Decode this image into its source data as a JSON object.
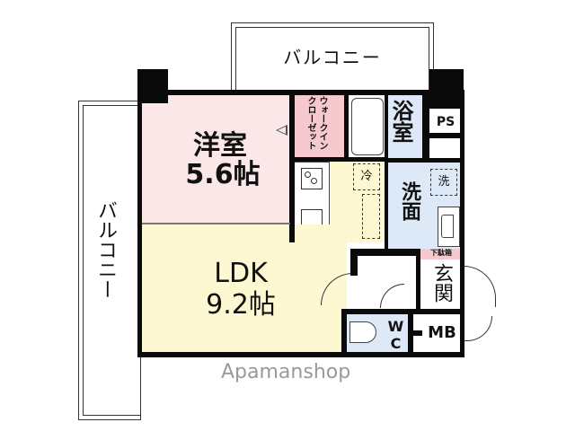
{
  "floorplan": {
    "balcony_top": {
      "label": "バルコニー"
    },
    "balcony_left": {
      "label": "バルコニー"
    },
    "western_room": {
      "name": "洋室",
      "size": "5.6帖"
    },
    "walk_in_closet": {
      "label": "ウォークインクローゼット",
      "line1": "ウォークイン",
      "line2": "クローゼット"
    },
    "bathroom": {
      "label": "浴室"
    },
    "pipe_space": {
      "label": "PS"
    },
    "washroom": {
      "label": "洗面",
      "washer_mark": "洗"
    },
    "fridge": {
      "mark": "冷"
    },
    "ldk": {
      "name": "LDK",
      "size": "9.2帖"
    },
    "shoe_box": {
      "label": "下駄箱"
    },
    "entrance": {
      "label": "玄関"
    },
    "toilet": {
      "label": "WC"
    },
    "meter_box": {
      "label": "MB"
    }
  },
  "colors": {
    "western_room": "#fbe6e8",
    "closet": "#f6c9cf",
    "ldk": "#fdf8d2",
    "wet_area": "#dde9f7",
    "wall": "#0a0a0a"
  },
  "watermark": {
    "text": "Apamanshop"
  }
}
